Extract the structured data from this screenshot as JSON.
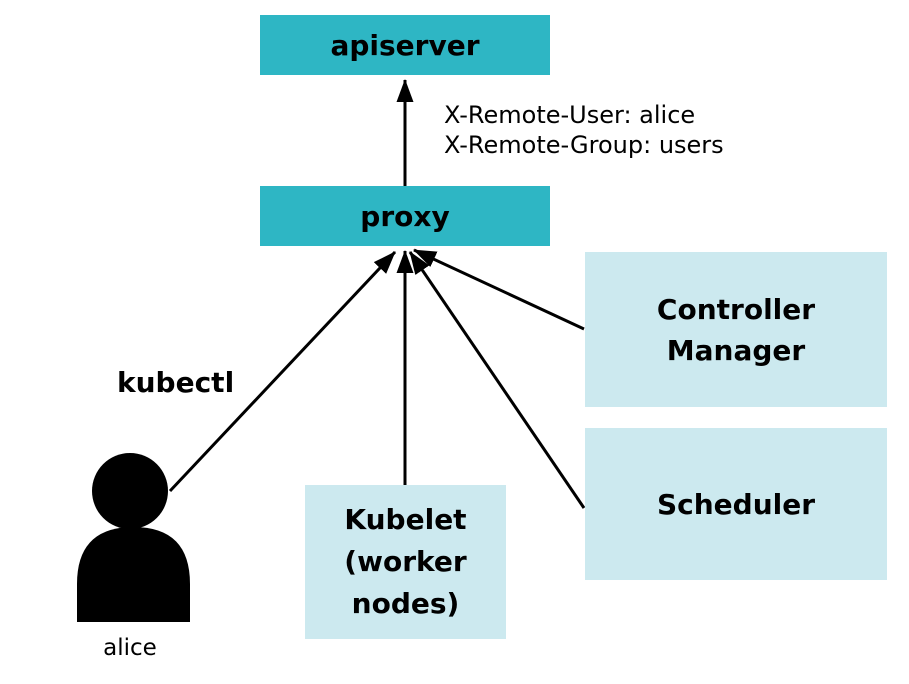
{
  "diagram": {
    "background": "#ffffff",
    "colors": {
      "node_primary": "#2eb6c4",
      "node_secondary": "#cce9ef",
      "arrow": "#000000",
      "text": "#000000"
    },
    "nodes": {
      "apiserver": {
        "label": "apiserver"
      },
      "proxy": {
        "label": "proxy"
      },
      "controller_manager": {
        "lines": [
          "Controller",
          "Manager"
        ]
      },
      "scheduler": {
        "label": "Scheduler"
      },
      "kubelet": {
        "lines": [
          "Kubelet",
          "(worker",
          "nodes)"
        ]
      }
    },
    "actor": {
      "name": "alice",
      "icon": "user-silhouette-icon"
    },
    "edge_labels": {
      "kubectl": "kubectl",
      "request_headers": [
        "X-Remote-User: alice",
        "X-Remote-Group: users"
      ]
    },
    "edges": [
      {
        "from": "proxy",
        "to": "apiserver"
      },
      {
        "from": "alice",
        "to": "proxy"
      },
      {
        "from": "kubelet",
        "to": "proxy"
      },
      {
        "from": "scheduler",
        "to": "proxy"
      },
      {
        "from": "controller_manager",
        "to": "proxy"
      }
    ]
  }
}
